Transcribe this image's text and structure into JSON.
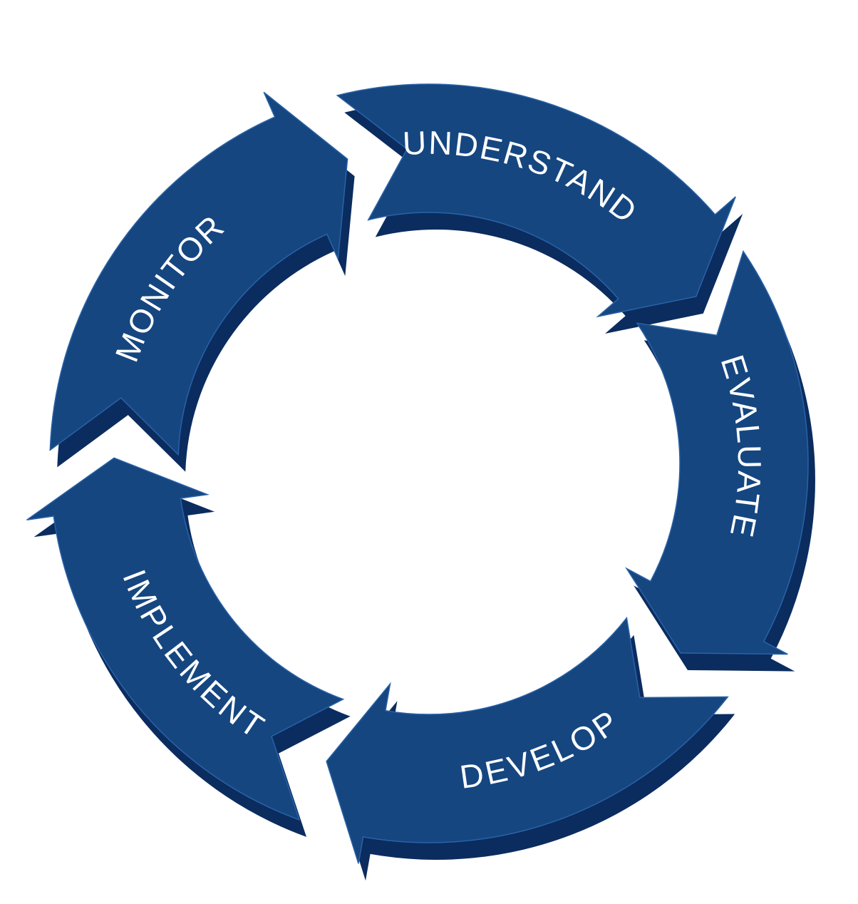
{
  "diagram": {
    "colors": {
      "face": "#154680",
      "shadow": "#0b2c5f",
      "highlight": "#2a62a6",
      "label": "#ffffff"
    },
    "stages": [
      {
        "id": "understand",
        "label": "UNDERSTAND"
      },
      {
        "id": "evaluate",
        "label": "EVALUATE"
      },
      {
        "id": "develop",
        "label": "DEVELOP"
      },
      {
        "id": "implement",
        "label": "IMPLEMENT"
      },
      {
        "id": "monitor",
        "label": "MONITOR"
      }
    ]
  }
}
